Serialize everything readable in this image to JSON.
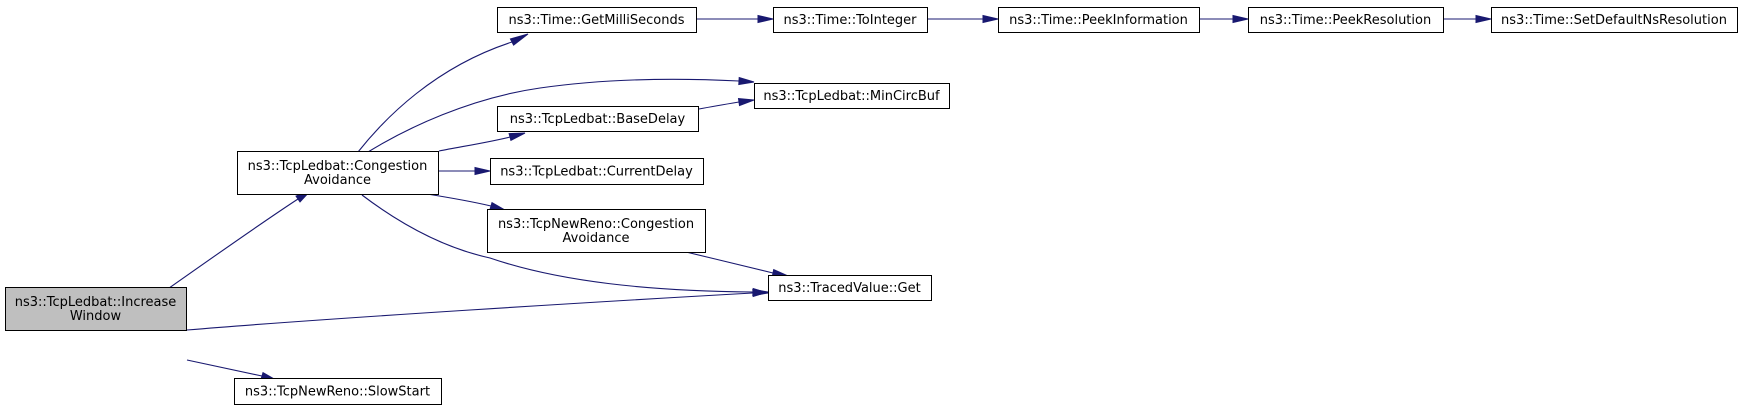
{
  "graph": {
    "type": "call-graph",
    "colors": {
      "edge": "#191970",
      "node_fill": "#ffffff",
      "root_fill": "#bfbfbf",
      "node_border": "#000000"
    },
    "nodes": [
      {
        "id": "increase_window",
        "lines": [
          "ns3::TcpLedbat::Increase",
          "Window"
        ],
        "highlighted": true
      },
      {
        "id": "congestion_avoidance",
        "lines": [
          "ns3::TcpLedbat::Congestion",
          "Avoidance"
        ]
      },
      {
        "id": "slow_start",
        "lines": [
          "ns3::TcpNewReno::SlowStart"
        ]
      },
      {
        "id": "get_milli_seconds",
        "lines": [
          "ns3::Time::GetMilliSeconds"
        ]
      },
      {
        "id": "min_circ_buf",
        "lines": [
          "ns3::TcpLedbat::MinCircBuf"
        ]
      },
      {
        "id": "base_delay",
        "lines": [
          "ns3::TcpLedbat::BaseDelay"
        ]
      },
      {
        "id": "current_delay",
        "lines": [
          "ns3::TcpLedbat::CurrentDelay"
        ]
      },
      {
        "id": "newreno_congestion_avoidance",
        "lines": [
          "ns3::TcpNewReno::Congestion",
          "Avoidance"
        ]
      },
      {
        "id": "traced_value_get",
        "lines": [
          "ns3::TracedValue::Get"
        ]
      },
      {
        "id": "to_integer",
        "lines": [
          "ns3::Time::ToInteger"
        ]
      },
      {
        "id": "peek_information",
        "lines": [
          "ns3::Time::PeekInformation"
        ]
      },
      {
        "id": "peek_resolution",
        "lines": [
          "ns3::Time::PeekResolution"
        ]
      },
      {
        "id": "set_default_ns_resolution",
        "lines": [
          "ns3::Time::SetDefaultNsResolution"
        ]
      }
    ],
    "edges": [
      {
        "from": "increase_window",
        "to": "congestion_avoidance"
      },
      {
        "from": "increase_window",
        "to": "traced_value_get"
      },
      {
        "from": "increase_window",
        "to": "slow_start"
      },
      {
        "from": "congestion_avoidance",
        "to": "get_milli_seconds"
      },
      {
        "from": "congestion_avoidance",
        "to": "min_circ_buf"
      },
      {
        "from": "congestion_avoidance",
        "to": "base_delay"
      },
      {
        "from": "congestion_avoidance",
        "to": "current_delay"
      },
      {
        "from": "congestion_avoidance",
        "to": "newreno_congestion_avoidance"
      },
      {
        "from": "congestion_avoidance",
        "to": "traced_value_get"
      },
      {
        "from": "base_delay",
        "to": "min_circ_buf"
      },
      {
        "from": "newreno_congestion_avoidance",
        "to": "traced_value_get"
      },
      {
        "from": "get_milli_seconds",
        "to": "to_integer"
      },
      {
        "from": "to_integer",
        "to": "peek_information"
      },
      {
        "from": "peek_information",
        "to": "peek_resolution"
      },
      {
        "from": "peek_resolution",
        "to": "set_default_ns_resolution"
      }
    ]
  }
}
